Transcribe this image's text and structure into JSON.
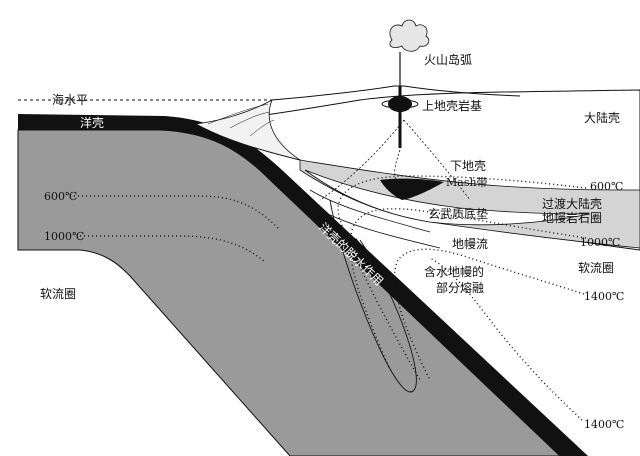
{
  "labels": {
    "volcanic_arc": "火山岛弧",
    "sea_level": "海水平",
    "upper_crust_basement": "上地壳岩基",
    "continent": "大陆壳",
    "oceanic_crust": "洋壳",
    "lower_crust": "下地壳",
    "mash_zone": "Mash带",
    "basaltic_underplate": "玄武质底垫",
    "transitional_lithosphere_1": "过渡大陆壳",
    "transitional_lithosphere_2": "地幔岩石圈",
    "mantle_flow": "地幔流",
    "hydrous_melting_1": "含水地幔的",
    "hydrous_melting_2": "部分熔融",
    "dehydration": "洋壳的脱水作用",
    "asthenosphere_left": "软流圈",
    "asthenosphere_right": "软流圈",
    "iso_600_left": "600℃",
    "iso_1000_left": "1000℃",
    "iso_600_right": "600℃",
    "iso_1000_right": "1000℃",
    "iso_1400_right_upper": "1400℃",
    "iso_1400_right_lower": "1400℃"
  },
  "colors": {
    "slab_fill": "#9a9a9a",
    "crust_fill": "#111111",
    "lithosphere_fill": "#d6d6d6",
    "background": "#ffffff",
    "line": "#111111"
  }
}
